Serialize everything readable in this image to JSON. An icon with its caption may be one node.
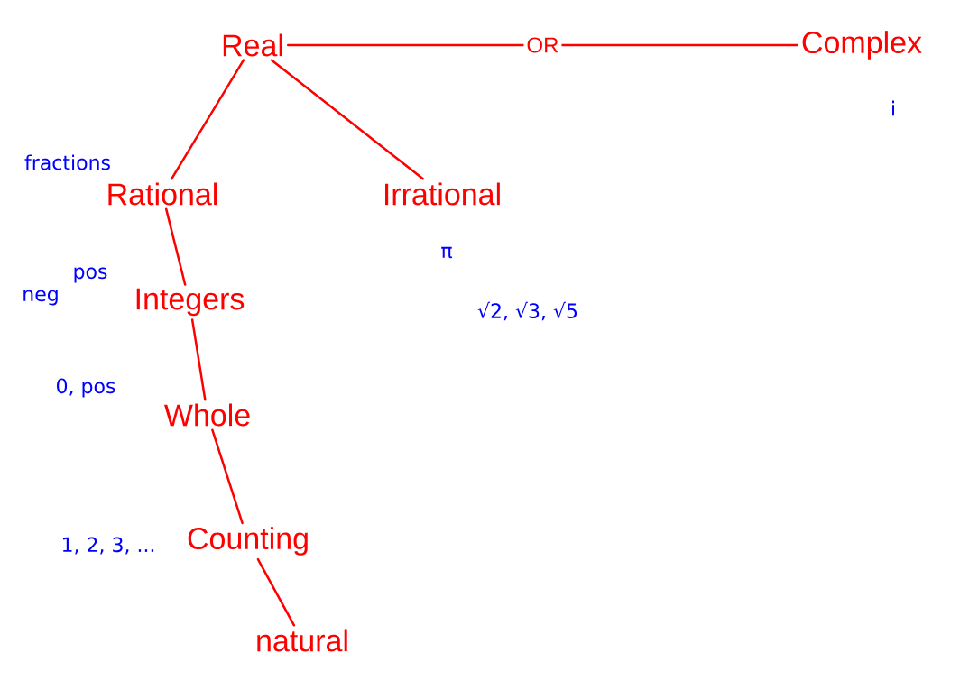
{
  "diagram": {
    "nodes": [
      {
        "text": [
          "Real"
        ]
      },
      {
        "text": [
          "Complex"
        ],
        "beside": [
          "i"
        ]
      },
      {
        "text": [
          "Rational"
        ],
        "beside": [
          "fractions"
        ]
      },
      {
        "text": [
          "Irrational"
        ],
        "beside": [
          "π",
          "√2, √3, √5"
        ]
      },
      {
        "text": [
          "Integers"
        ],
        "beside": [
          "neg",
          "pos"
        ]
      },
      {
        "text": [
          "Whole"
        ],
        "beside": [
          "0, pos"
        ]
      },
      {
        "text": [
          "Counting"
        ],
        "beside": [
          "1, 2, 3, ..."
        ]
      },
      {
        "text": [
          "natural"
        ]
      }
    ],
    "edges": [
      {
        "from": 0,
        "to": 1,
        "arrow": "none",
        "label": "OR"
      },
      {
        "from": 0,
        "to": 2,
        "arrow": "none"
      },
      {
        "from": 0,
        "to": 3,
        "arrow": "none"
      },
      {
        "from": 2,
        "to": 4,
        "arrow": "none"
      },
      {
        "from": 4,
        "to": 5,
        "arrow": "none"
      },
      {
        "from": 5,
        "to": 6,
        "arrow": "none"
      },
      {
        "from": 6,
        "to": 7,
        "arrow": "none"
      }
    ]
  }
}
